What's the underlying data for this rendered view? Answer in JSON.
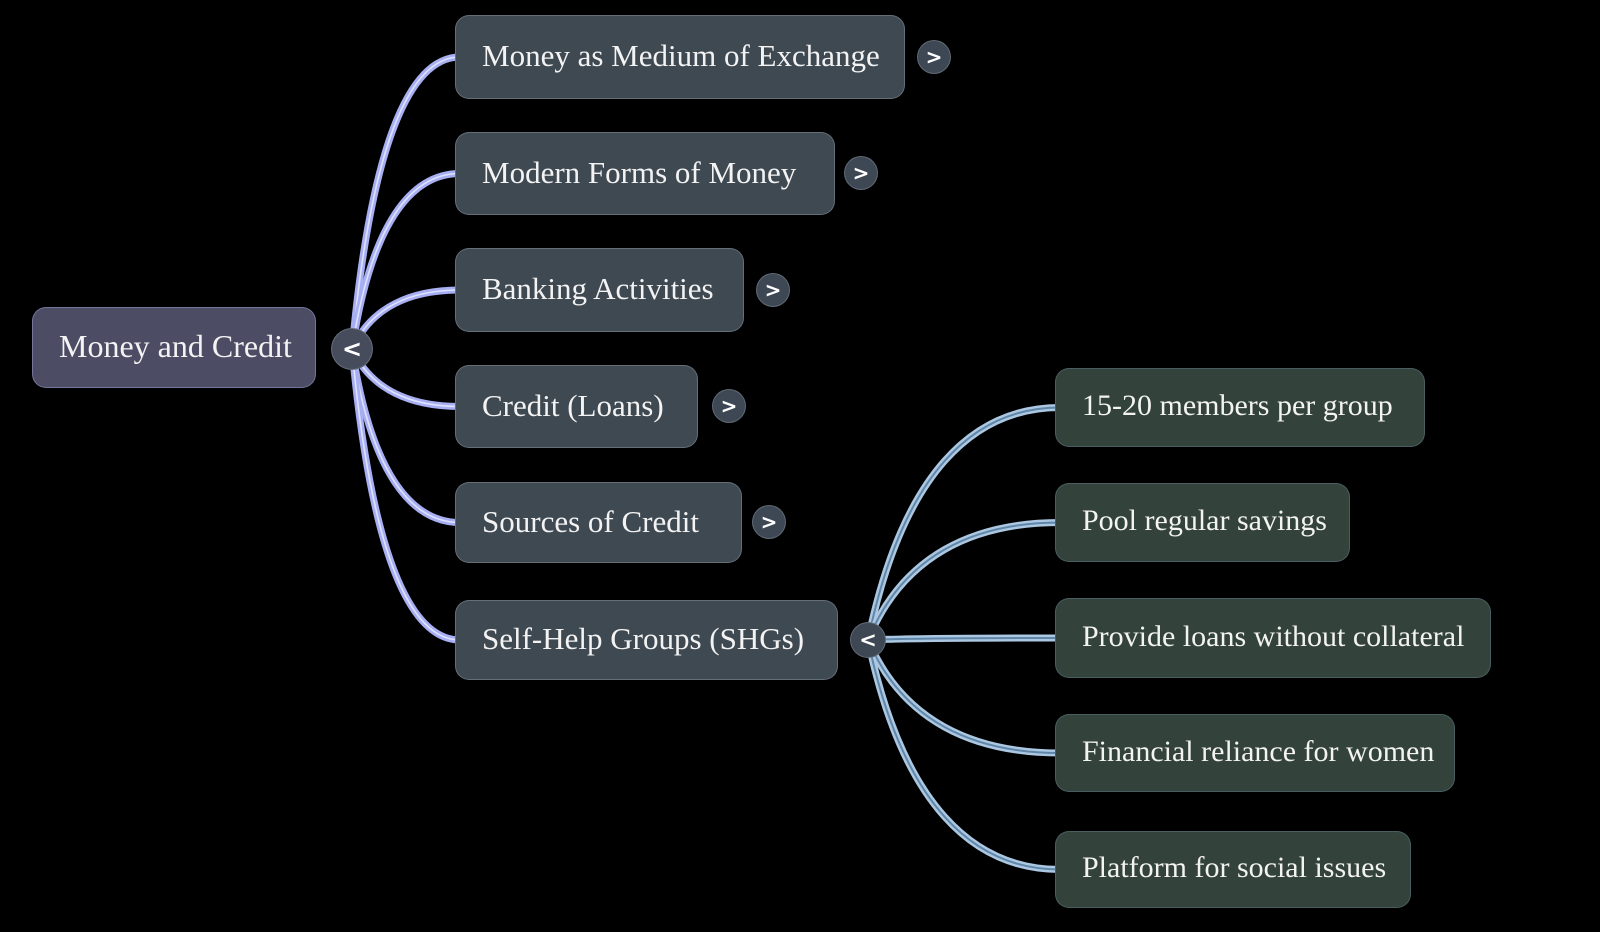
{
  "diagram": {
    "type": "mindmap",
    "background": "#000000",
    "root": {
      "label": "Money and Credit",
      "toggle_icon": "<"
    },
    "branches": [
      {
        "label": "Money as Medium of Exchange",
        "toggle_icon": ">"
      },
      {
        "label": "Modern Forms of Money",
        "toggle_icon": ">"
      },
      {
        "label": "Banking Activities",
        "toggle_icon": ">"
      },
      {
        "label": "Credit (Loans)",
        "toggle_icon": ">"
      },
      {
        "label": "Sources of Credit",
        "toggle_icon": ">"
      },
      {
        "label": "Self-Help Groups (SHGs)",
        "toggle_icon": "<",
        "children": [
          "15-20 members per group",
          "Pool regular savings",
          "Provide loans without collateral",
          "Financial reliance for women",
          "Platform for social issues"
        ]
      }
    ],
    "colors": {
      "root_fill": "#4c4c64",
      "branch_fill": "#3f4952",
      "leaf_fill": "#33423b",
      "root_button_fill": "#474c5c",
      "button_fill": "#3e4854",
      "edge_left": "#a7aff2",
      "edge_left_core": "#dfe2ff",
      "edge_right": "#abc7e2",
      "edge_right_core": "#6187a8",
      "text": "#f3f3f3",
      "button_text": "#ffffff"
    }
  }
}
